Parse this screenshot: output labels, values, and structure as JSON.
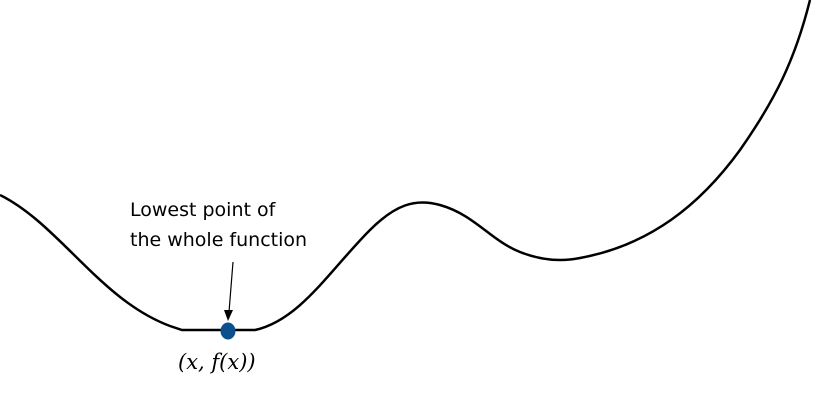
{
  "diagram": {
    "annotation_line1": "Lowest point of",
    "annotation_line2": "the whole function",
    "point_label": "(x, f(x))",
    "colors": {
      "curve": "#000000",
      "point": "#0b4f8c",
      "arrow": "#000000"
    }
  }
}
